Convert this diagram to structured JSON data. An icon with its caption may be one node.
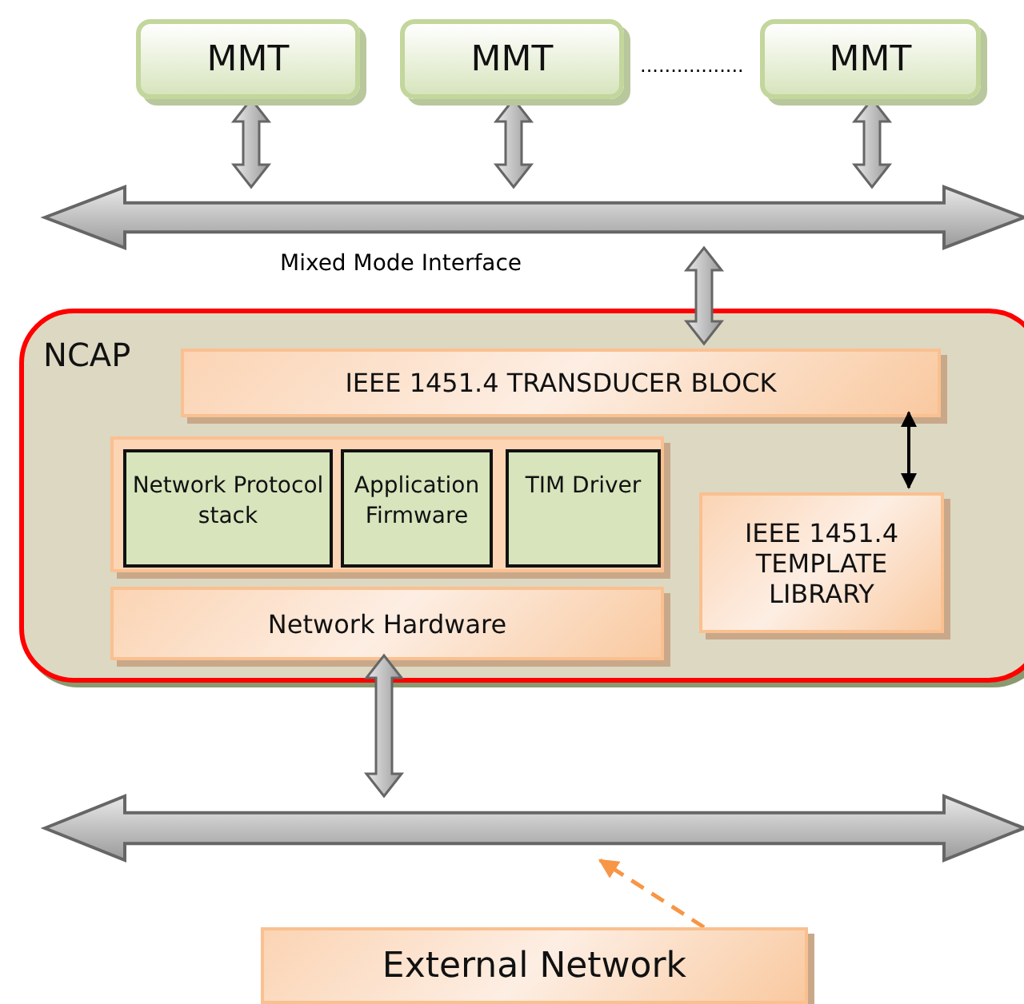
{
  "diagram": {
    "nodes": [
      {
        "text": [
          "MMT"
        ]
      },
      {
        "text": [
          "MMT"
        ]
      },
      {
        "text": [
          "MMT"
        ]
      },
      {
        "text": [],
        "shape": "bar",
        "beside": [
          "Mixed Mode Interface"
        ]
      },
      {
        "text": [
          "NCAP"
        ]
      },
      {
        "text": [
          "IEEE 1451.4 TRANSDUCER BLOCK"
        ],
        "in": 4
      },
      {
        "text": [],
        "shape": "box",
        "in": 4
      },
      {
        "text": [
          "Network Protocol stack"
        ],
        "in": 6
      },
      {
        "text": [
          "Application Firmware"
        ],
        "in": 6
      },
      {
        "text": [
          "TIM Driver"
        ],
        "in": 6
      },
      {
        "text": [
          "Network Hardware"
        ],
        "in": 4
      },
      {
        "text": [
          "IEEE 1451.4 TEMPLATE LIBRARY"
        ],
        "in": 4
      },
      {
        "text": [],
        "shape": "bar"
      },
      {
        "text": [
          "External Network"
        ]
      }
    ],
    "edges": [
      {
        "from": 0,
        "to": 3,
        "arrow": "both",
        "style": "thick"
      },
      {
        "from": 1,
        "to": 3,
        "arrow": "both",
        "style": "thick"
      },
      {
        "from": 2,
        "to": 3,
        "arrow": "both",
        "style": "thick"
      },
      {
        "from": 3,
        "to": 5,
        "arrow": "both",
        "style": "thick"
      },
      {
        "from": 5,
        "to": 11,
        "arrow": "both",
        "color": "#000000"
      },
      {
        "from": 10,
        "to": 12,
        "arrow": "both",
        "style": "thick"
      },
      {
        "from": 13,
        "to": 12,
        "arrow": "to",
        "style": "dashed",
        "color": "#f79646"
      }
    ],
    "labels": [
      "................."
    ]
  }
}
